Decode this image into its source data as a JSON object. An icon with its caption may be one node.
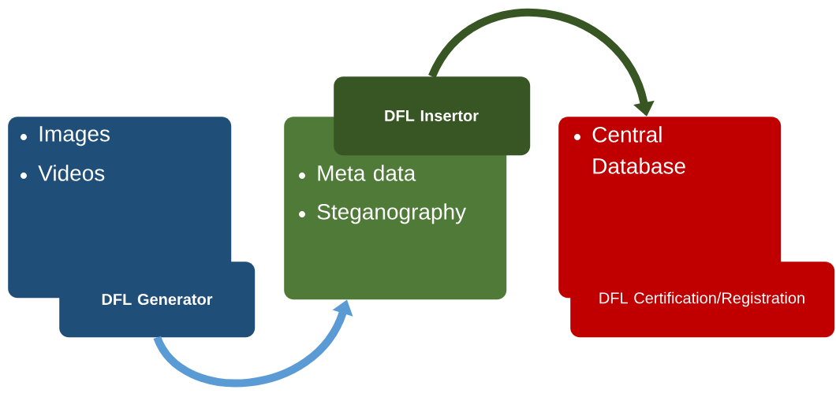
{
  "diagram": {
    "nodes": [
      {
        "text": [
          "Images",
          "Videos"
        ]
      },
      {
        "text": [
          "DFL Generator"
        ]
      },
      {
        "text": [
          "Meta data",
          "Steganography"
        ]
      },
      {
        "text": [
          "DFL Insertor"
        ]
      },
      {
        "text": [
          "Central Database"
        ]
      },
      {
        "text": [
          "DFL Certification/Registration"
        ]
      }
    ],
    "edges": [
      {
        "from": 1,
        "to": 2,
        "arrow": "to",
        "color": "#5b9bd5"
      },
      {
        "from": 3,
        "to": 4,
        "arrow": "to",
        "color": "#375623"
      }
    ]
  }
}
